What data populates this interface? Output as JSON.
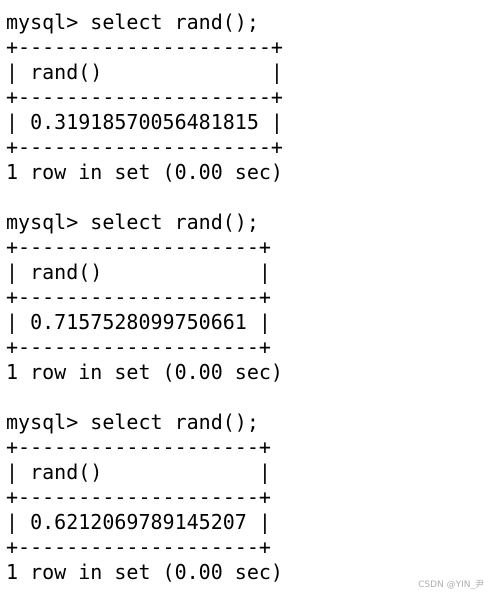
{
  "terminal": {
    "blocks": [
      {
        "command": "mysql> select rand();",
        "border": "+---------------------+",
        "header": "| rand()              |",
        "value": "| 0.31918570056481815 |",
        "status": "1 row in set (0.00 sec)"
      },
      {
        "command": "mysql> select rand();",
        "border": "+--------------------+",
        "header": "| rand()             |",
        "value": "| 0.7157528099750661 |",
        "status": "1 row in set (0.00 sec)"
      },
      {
        "command": "mysql> select rand();",
        "border": "+--------------------+",
        "header": "| rand()             |",
        "value": "| 0.6212069789145207 |",
        "status": "1 row in set (0.00 sec)"
      }
    ]
  },
  "watermark": "CSDN @YIN_尹",
  "colors": {
    "background": "#ffffff",
    "text": "#000000",
    "watermark": "#b0b0b0"
  }
}
